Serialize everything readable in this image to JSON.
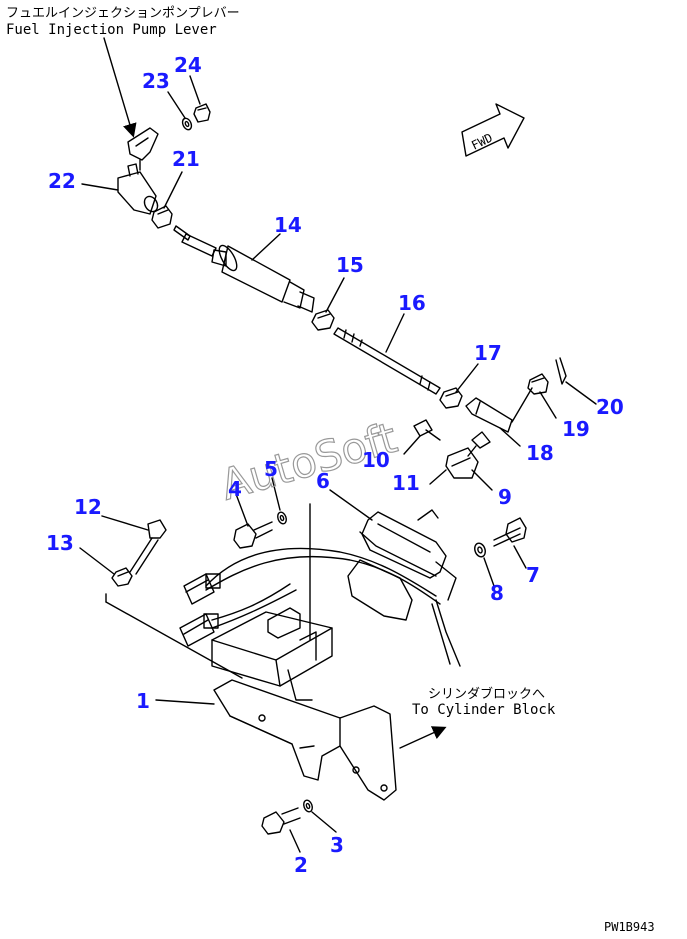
{
  "annotations": {
    "fuel_pump_lever_jp": "フュエルインジェクションポンプレバー",
    "fuel_pump_lever_en": "Fuel Injection Pump Lever",
    "cylinder_block_jp": "シリンダブロックへ",
    "cylinder_block_en": "To Cylinder Block",
    "fwd": "FWD",
    "watermark": "AutoSoft",
    "drawing_code": "PW1B943"
  },
  "callout_color": "#1a1aff",
  "callouts": {
    "c1": "1",
    "c2": "2",
    "c3": "3",
    "c4": "4",
    "c5": "5",
    "c6": "6",
    "c7": "7",
    "c8": "8",
    "c9": "9",
    "c10": "10",
    "c11": "11",
    "c12": "12",
    "c13": "13",
    "c14": "14",
    "c15": "15",
    "c16": "16",
    "c17": "17",
    "c18": "18",
    "c19": "19",
    "c20": "20",
    "c21": "21",
    "c22": "22",
    "c23": "23",
    "c24": "24"
  }
}
